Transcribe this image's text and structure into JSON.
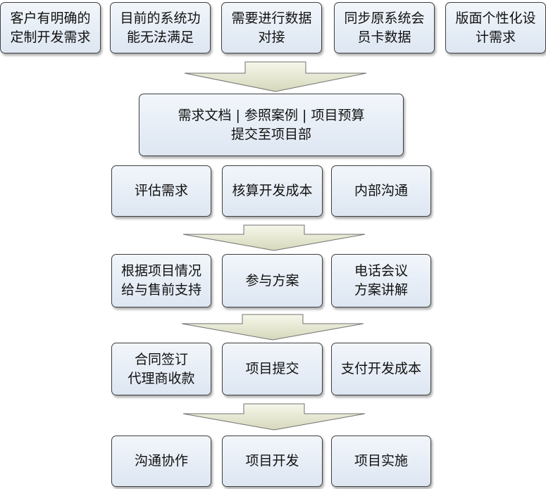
{
  "row1": [
    "客户有明确的\n定制开发需求",
    "目前的系统功\n能无法满足",
    "需要进行数据\n对接",
    "同步原系统会\n员卡数据",
    "版面个性化设\n计需求"
  ],
  "submit_box": "需求文档 | 参照案例 | 项目预算\n提交至项目部",
  "row2": [
    "评估需求",
    "核算开发成本",
    "内部沟通"
  ],
  "row3": [
    "根据项目情况\n给与售前支持",
    "参与方案",
    "电话会议\n方案讲解"
  ],
  "row4": [
    "合同签订\n代理商收款",
    "项目提交",
    "支付开发成本"
  ],
  "row5": [
    "沟通协作",
    "项目开发",
    "项目实施"
  ]
}
